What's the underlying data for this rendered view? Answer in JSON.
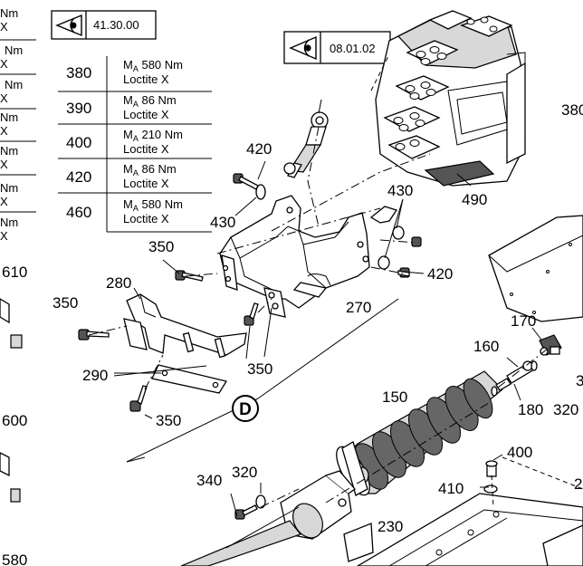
{
  "refs": {
    "view_a": "41.30.00",
    "view_b": "08.01.02"
  },
  "torque_table": [
    {
      "part": "380",
      "line1": "M",
      "sub": "A",
      "value": " 580 Nm",
      "line2": "Loctite X"
    },
    {
      "part": "390",
      "line1": "M",
      "sub": "A",
      "value": " 86 Nm",
      "line2": "Loctite X"
    },
    {
      "part": "400",
      "line1": "M",
      "sub": "A",
      "value": " 210 Nm",
      "line2": "Loctite X"
    },
    {
      "part": "420",
      "line1": "M",
      "sub": "A",
      "value": " 86 Nm",
      "line2": "Loctite X"
    },
    {
      "part": "460",
      "line1": "M",
      "sub": "A",
      "value": " 580 Nm",
      "line2": "Loctite X"
    }
  ],
  "left_edge": [
    "Nm",
    "X",
    "Nm",
    "X",
    "Nm",
    "X",
    "Nm",
    "X",
    "Nm",
    "X",
    "Nm",
    "X",
    "Nm",
    "X",
    "610",
    "600",
    "580"
  ],
  "section_marker": "D",
  "callouts": {
    "c420a": "420",
    "c430a": "430",
    "c350a": "350",
    "c280": "280",
    "c350b": "350",
    "c290": "290",
    "c350c": "350",
    "c350d": "350",
    "c270": "270",
    "c430b": "430",
    "c420b": "420",
    "c490": "490",
    "c380": "380",
    "c170": "170",
    "c160": "160",
    "c180": "180",
    "c320a": "320",
    "c3": "3",
    "c150": "150",
    "c400": "400",
    "c410": "410",
    "c2": "2",
    "c340": "340",
    "c320b": "320",
    "c230": "230"
  }
}
